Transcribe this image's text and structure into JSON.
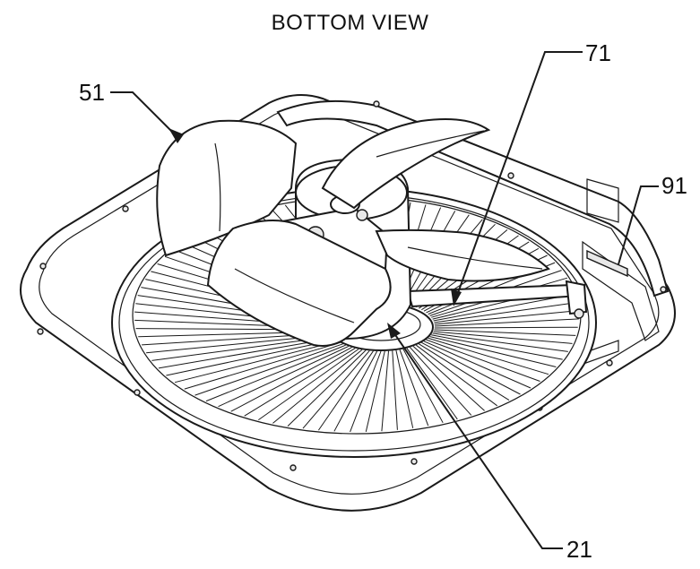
{
  "title": "BOTTOM VIEW",
  "references": {
    "fan": "51",
    "shroud": "71",
    "housing": "91",
    "grille": "21"
  },
  "colors": {
    "line": "#1a1a1a",
    "background": "#ffffff"
  },
  "fin_count": 88
}
